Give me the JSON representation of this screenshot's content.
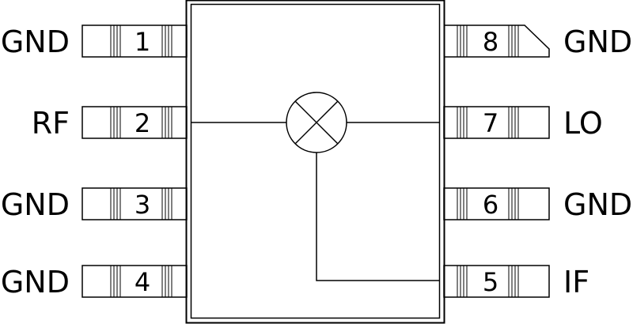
{
  "symbol": "mixer-x-in-circle",
  "pins": [
    {
      "number": "1",
      "label": "GND",
      "side": "left"
    },
    {
      "number": "2",
      "label": "RF",
      "side": "left"
    },
    {
      "number": "3",
      "label": "GND",
      "side": "left"
    },
    {
      "number": "4",
      "label": "GND",
      "side": "left"
    },
    {
      "number": "5",
      "label": "IF",
      "side": "right"
    },
    {
      "number": "6",
      "label": "GND",
      "side": "right"
    },
    {
      "number": "7",
      "label": "LO",
      "side": "right"
    },
    {
      "number": "8",
      "label": "GND",
      "side": "right"
    }
  ],
  "colors": {
    "stroke": "#000000",
    "background": "#ffffff"
  }
}
